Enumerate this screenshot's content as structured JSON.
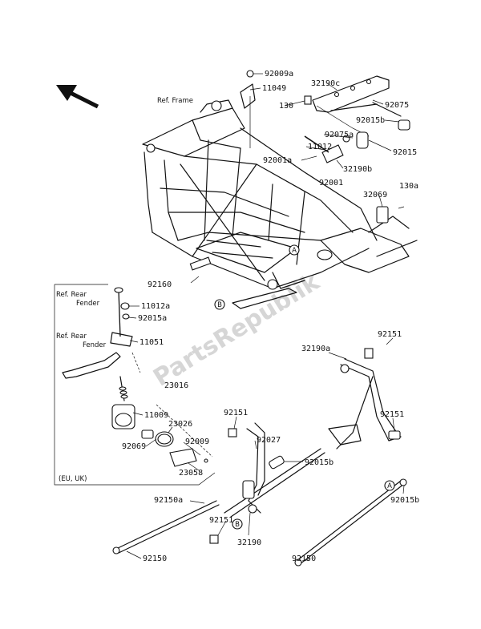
{
  "watermark": "PartsRepublik",
  "refs": {
    "frame": "Ref. Frame",
    "rear_fender_1_line1": "Ref. Rear",
    "rear_fender_1_line2": "Fender",
    "rear_fender_2_line1": "Ref. Rear",
    "rear_fender_2_line2": "Fender",
    "region": "(EU, UK)"
  },
  "markers": {
    "a": "A",
    "b": "B"
  },
  "parts": {
    "p92009a": "92009a",
    "p11049": "11049",
    "p32190c": "32190c",
    "p130": "130",
    "p92075": "92075",
    "p92015b_top": "92015b",
    "p92075a": "92075a",
    "p11012": "11012",
    "p92015_top": "92015",
    "p92001a": "92001a",
    "p32190b": "32190b",
    "p92001": "92001",
    "p32069": "32069",
    "p130a": "130a",
    "p92160": "92160",
    "p11012a": "11012a",
    "p92015a": "92015a",
    "p11051": "11051",
    "p92151_right_top": "92151",
    "p32190a": "32190a",
    "p23016": "23016",
    "p11009": "11009",
    "p23026": "23026",
    "p92009": "92009",
    "p92069": "92069",
    "p23058": "23058",
    "p92151_mid": "92151",
    "p92027": "92027",
    "p92151_right": "92151",
    "p92015b_mid": "92015b",
    "p92015b_right": "92015b",
    "p92150a": "92150a",
    "p92151_low": "92151",
    "p32190": "32190",
    "p92150_left": "92150",
    "p92150_right": "92150"
  }
}
